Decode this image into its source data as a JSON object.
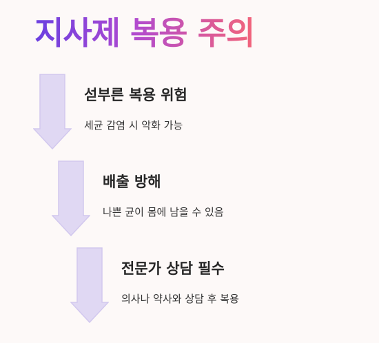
{
  "title": "지사제 복용 주의",
  "colors": {
    "background": "#fdf9f8",
    "arrow_fill": "#e0d8f3",
    "arrow_stroke": "#d2c8ee",
    "title_gradient": [
      "#6a3fe0",
      "#b04ad0",
      "#f2647a"
    ]
  },
  "steps": [
    {
      "icon": "down-arrow-icon",
      "title": "섣부른 복용 위험",
      "description": "세균 감염 시 악화 가능"
    },
    {
      "icon": "down-arrow-icon",
      "title": "배출 방해",
      "description": "나쁜 균이 몸에 남을 수 있음"
    },
    {
      "icon": "down-arrow-icon",
      "title": "전문가 상담 필수",
      "description": "의사나 약사와 상담 후 복용"
    }
  ]
}
